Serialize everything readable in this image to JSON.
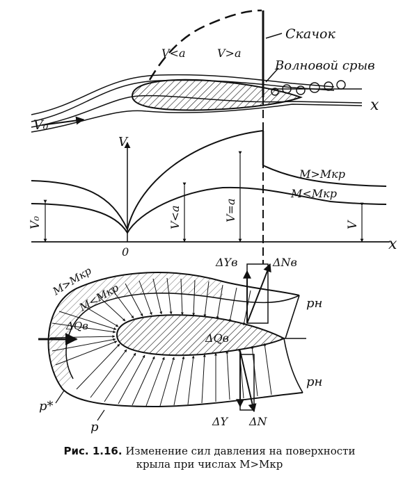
{
  "top_panel": {
    "shock_label": "Скачок",
    "wave_stall_label": "Волновой срыв",
    "v_less_a": "V<a",
    "v_greater_a": "V>a",
    "v0": "V₀",
    "x_axis": "x"
  },
  "middle_panel": {
    "v_axis": "V",
    "origin": "0",
    "x_axis": "x",
    "m_greater": "M>Mкр",
    "m_less": "M<Mкр",
    "v0_dim": "V₀",
    "v_less_a_dim": "V<a",
    "v_equal_a_dim": "V=a",
    "v_dim": "V"
  },
  "bottom_panel": {
    "m_greater": "M>Mкр",
    "m_less": "M<Mкр",
    "dq_b_outer": "ΔQв",
    "dq_b_inner": "ΔQв",
    "dy_b": "ΔYв",
    "dn_b": "ΔNв",
    "p_h_top": "pн",
    "p_h_bottom": "pн",
    "p_star": "p*",
    "p": "p",
    "dy": "ΔY",
    "dn": "ΔN"
  },
  "caption": {
    "number": "Рис. 1.16.",
    "line1": "Изменение сил давления на поверхности",
    "line2": "крыла при числах M>Mкр"
  }
}
